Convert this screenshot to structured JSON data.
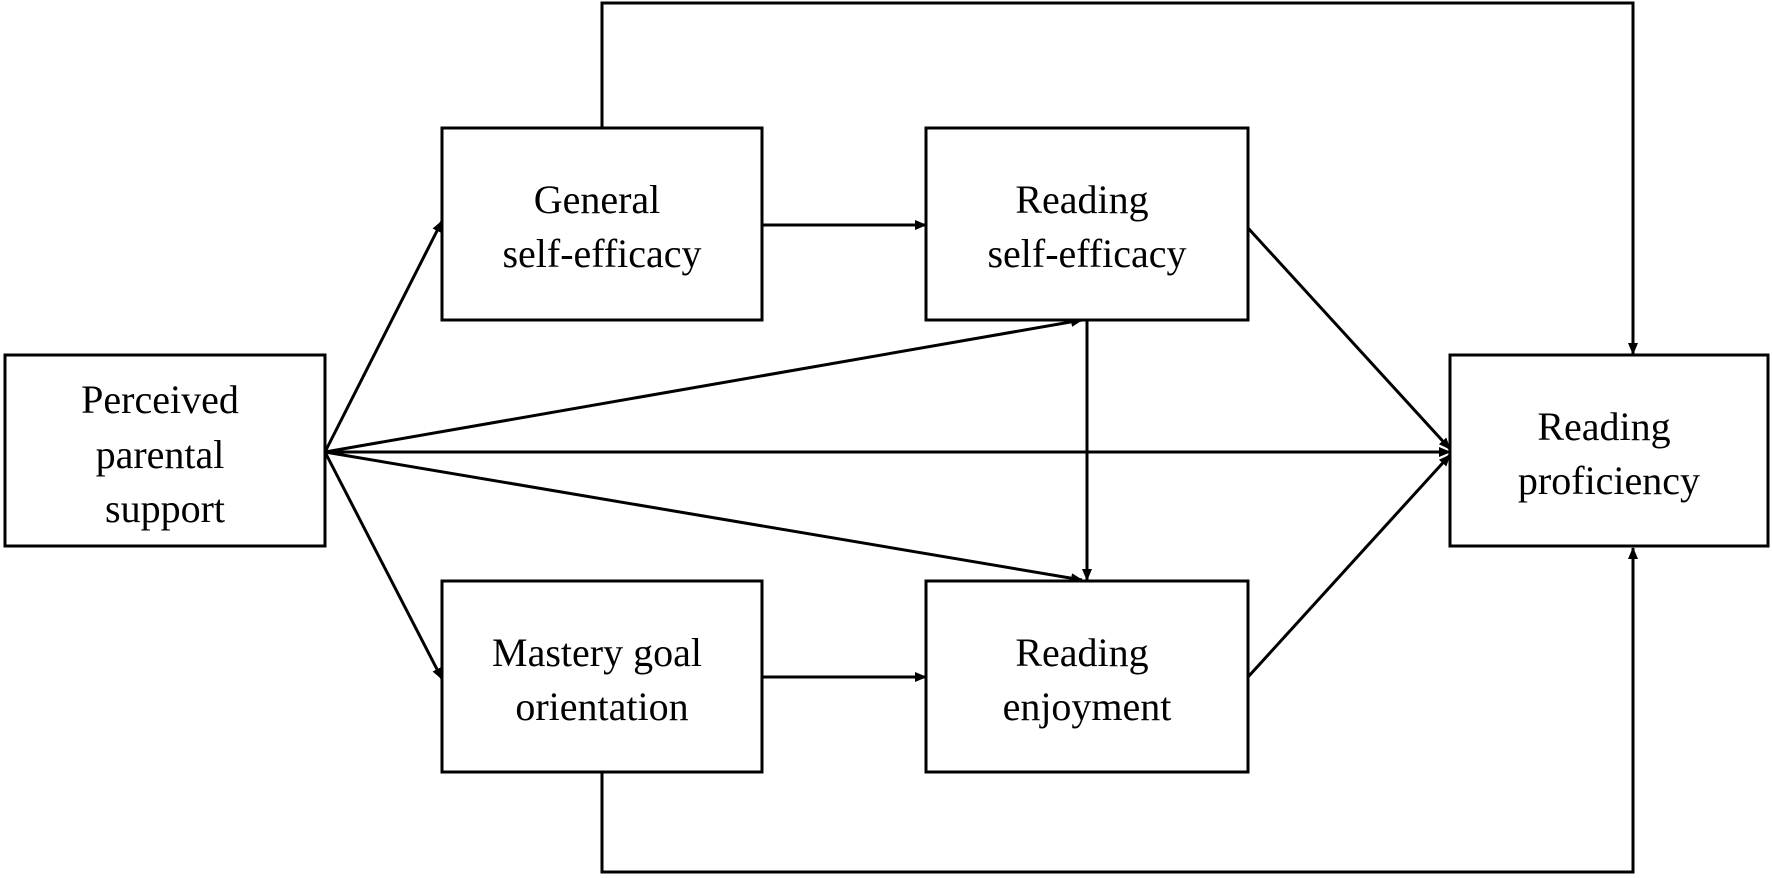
{
  "nodes": {
    "perceived_parental_support": {
      "lines": [
        "Perceived",
        "parental",
        "support"
      ]
    },
    "general_self_efficacy": {
      "lines": [
        "General",
        "self-efficacy"
      ]
    },
    "mastery_goal_orientation": {
      "lines": [
        "Mastery goal",
        "orientation"
      ]
    },
    "reading_self_efficacy": {
      "lines": [
        "Reading",
        "self-efficacy"
      ]
    },
    "reading_enjoyment": {
      "lines": [
        "Reading",
        "enjoyment"
      ]
    },
    "reading_proficiency": {
      "lines": [
        "Reading",
        "proficiency"
      ]
    }
  },
  "edges": [
    {
      "from": "perceived_parental_support",
      "to": "general_self_efficacy"
    },
    {
      "from": "perceived_parental_support",
      "to": "mastery_goal_orientation"
    },
    {
      "from": "perceived_parental_support",
      "to": "reading_self_efficacy"
    },
    {
      "from": "perceived_parental_support",
      "to": "reading_enjoyment"
    },
    {
      "from": "perceived_parental_support",
      "to": "reading_proficiency"
    },
    {
      "from": "general_self_efficacy",
      "to": "reading_self_efficacy"
    },
    {
      "from": "mastery_goal_orientation",
      "to": "reading_enjoyment"
    },
    {
      "from": "reading_self_efficacy",
      "to": "reading_enjoyment"
    },
    {
      "from": "reading_self_efficacy",
      "to": "reading_proficiency"
    },
    {
      "from": "reading_enjoyment",
      "to": "reading_proficiency"
    },
    {
      "from": "general_self_efficacy",
      "to": "reading_proficiency"
    },
    {
      "from": "mastery_goal_orientation",
      "to": "reading_proficiency"
    }
  ]
}
